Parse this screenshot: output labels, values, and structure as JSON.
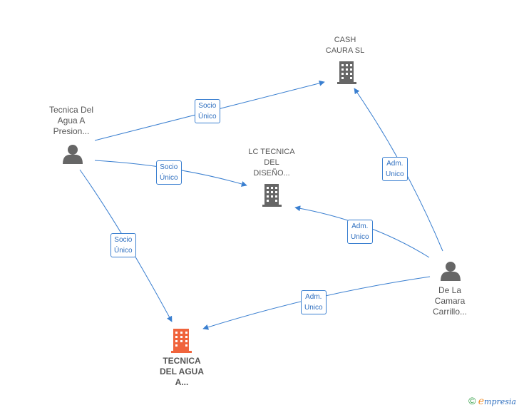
{
  "nodes": {
    "cash_caura": {
      "label": "CASH\nCAURA  SL"
    },
    "lc_tecnica": {
      "label": "LC TECNICA\nDEL\nDISEÑO..."
    },
    "tecnica_agua": {
      "label": "TECNICA\nDEL AGUA\nA..."
    },
    "tecnica_presion": {
      "label": "Tecnica Del\nAgua A\nPresion..."
    },
    "de_la_camara": {
      "label": "De La\nCamara\nCarrillo..."
    }
  },
  "edges": {
    "socio1": "Socio\nÚnico",
    "socio2": "Socio\nÚnico",
    "socio3": "Socio\nÚnico",
    "adm1": "Adm.\nUnico",
    "adm2": "Adm.\nUnico",
    "adm3": "Adm.\nUnico"
  },
  "colors": {
    "edge": "#3a7fd0",
    "company_icon": "#666666",
    "main_company_icon": "#f0643c",
    "person_icon": "#666666"
  },
  "footer": {
    "copyright": "©",
    "brand_initial": "e",
    "brand_rest": "mpresia"
  }
}
